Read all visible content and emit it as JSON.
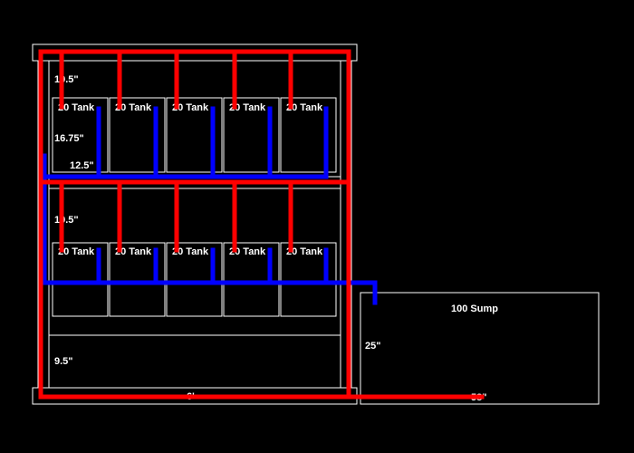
{
  "colors": {
    "background": "#000000",
    "outline": "#ffffff",
    "supply_pipe": "#ff0000",
    "return_pipe": "#0000ff"
  },
  "labels": {
    "top_clearance": "10.5\"",
    "tank_height": "16.75\"",
    "tank_depth": "12.5\"",
    "middle_clearance": "10.5\"",
    "bottom_clearance": "9.5\"",
    "stand_width": "6'",
    "sump_name": "100 Sump",
    "sump_height": "25\"",
    "sump_width": "58\""
  },
  "top_row_tanks": [
    {
      "label": "20 Tank"
    },
    {
      "label": "20 Tank"
    },
    {
      "label": "20 Tank"
    },
    {
      "label": "20 Tank"
    },
    {
      "label": "20 Tank"
    }
  ],
  "bottom_row_tanks": [
    {
      "label": "20 Tank"
    },
    {
      "label": "20 Tank"
    },
    {
      "label": "20 Tank"
    },
    {
      "label": "20 Tank"
    },
    {
      "label": "20 Tank"
    }
  ]
}
